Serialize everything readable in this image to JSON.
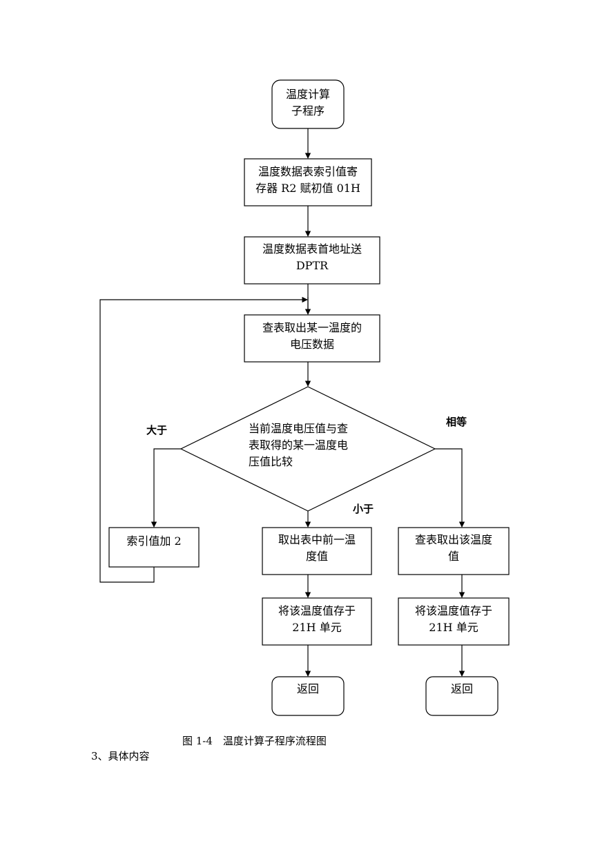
{
  "nodes": {
    "start": [
      "温度计算",
      "子程序"
    ],
    "init_r2": [
      "温度数据表索引值寄",
      "存器 R2 赋初值 01H"
    ],
    "load_dptr": [
      "温度数据表首地址送",
      "DPTR"
    ],
    "lookup": [
      "查表取出某一温度的",
      "电压数据"
    ],
    "compare": [
      "当前温度电压值与查",
      "表取得的某一温度电",
      "压值比较"
    ],
    "increment": [
      "索引值加 2"
    ],
    "prev_temp": [
      "取出表中前一温",
      "度值"
    ],
    "this_temp": [
      "查表取出该温度",
      "值"
    ],
    "store_left": [
      "将该温度值存于",
      "21H 单元"
    ],
    "store_right": [
      "将该温度值存于",
      "21H 单元"
    ],
    "return_left": [
      "返回"
    ],
    "return_right": [
      "返回"
    ]
  },
  "edge_labels": {
    "greater": "大于",
    "less": "小于",
    "equal": "相等"
  },
  "caption": "图 1-4　温度计算子程序流程图",
  "section_heading": "3、具体内容"
}
